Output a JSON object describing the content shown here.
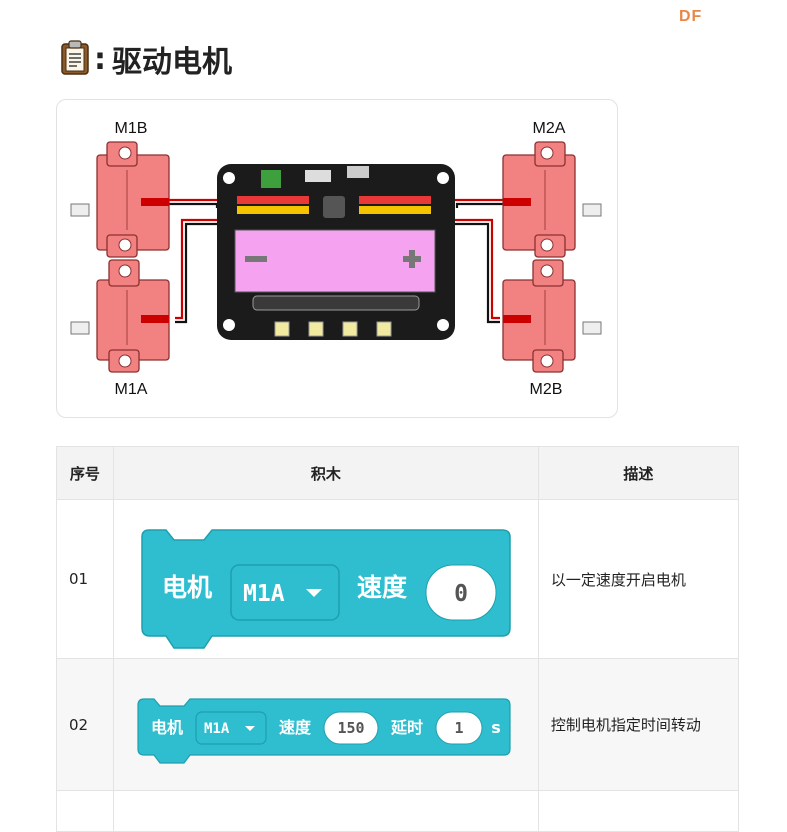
{
  "brand": "DF",
  "heading": {
    "title": "驱动电机"
  },
  "diagram": {
    "labels": {
      "m1b": "M1B",
      "m2a": "M2A",
      "m1a": "M1A",
      "m2b": "M2B"
    },
    "colors": {
      "motor": "#f28282",
      "board": "#1b1b1b",
      "battery": "#f5a3f0"
    }
  },
  "table": {
    "headers": {
      "index": "序号",
      "block": "积木",
      "desc": "描述"
    },
    "rows": [
      {
        "index": "01",
        "block": {
          "label": "电机",
          "motor": "M1A",
          "speed_label": "速度",
          "speed": "0"
        },
        "desc": "以一定速度开启电机"
      },
      {
        "index": "02",
        "block": {
          "label": "电机",
          "motor": "M1A",
          "speed_label": "速度",
          "speed": "150",
          "delay_label": "延时",
          "delay": "1",
          "unit": "s"
        },
        "desc": "控制电机指定时间转动"
      }
    ]
  },
  "block_colors": {
    "fill": "#2ebecf",
    "stroke": "#1f9fae"
  }
}
